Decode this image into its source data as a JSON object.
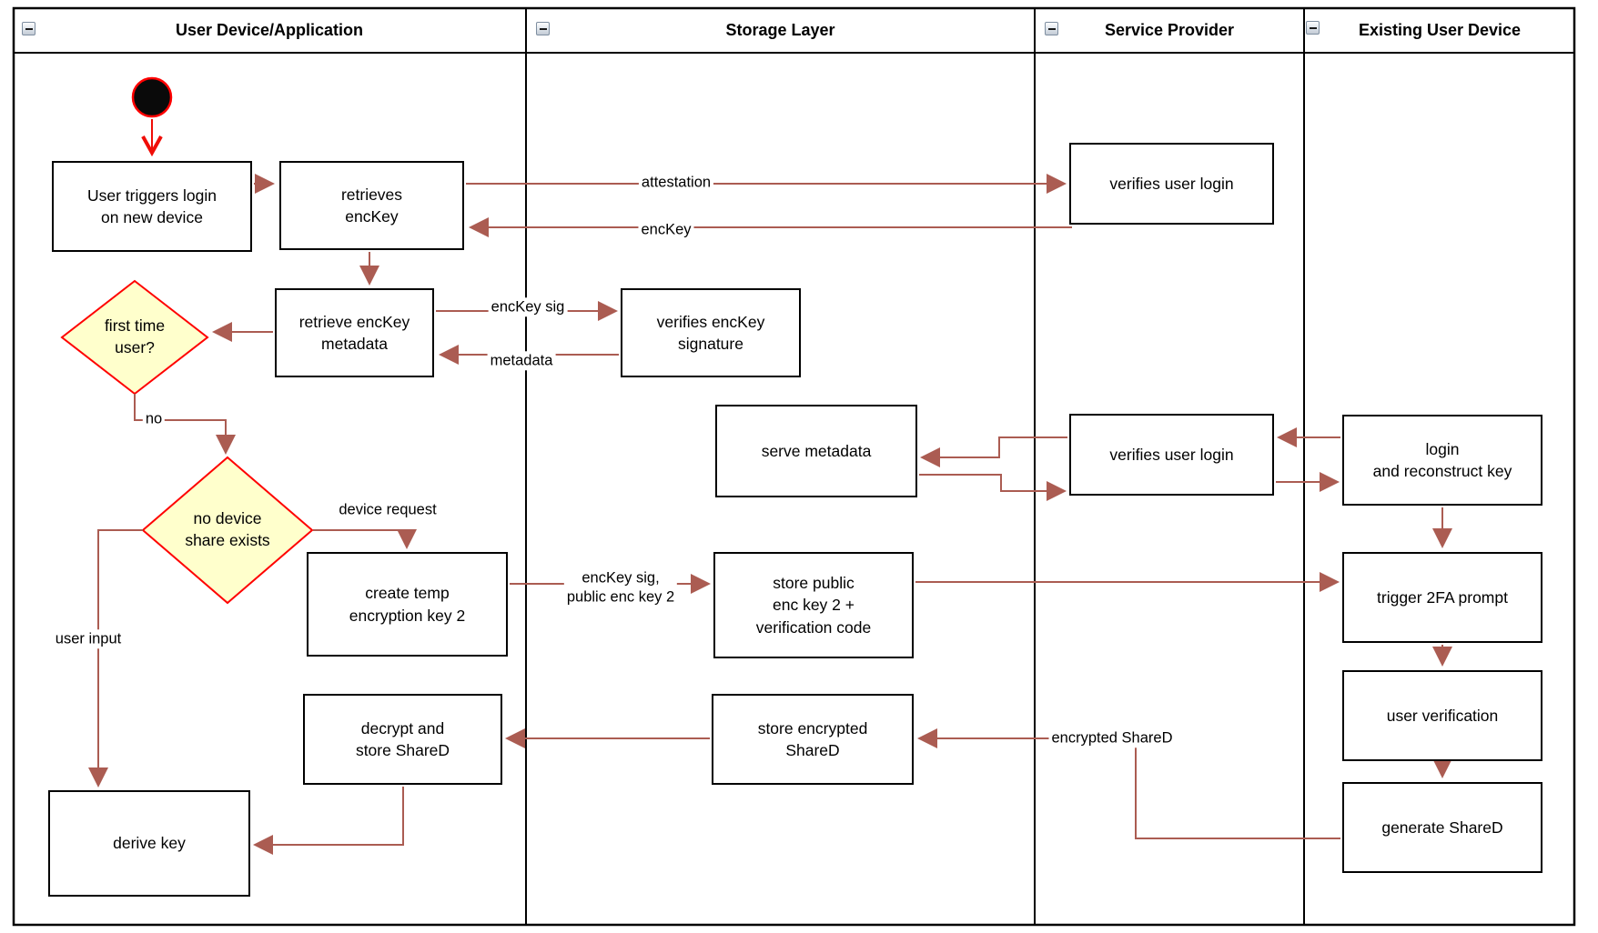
{
  "diagram": {
    "lanes": [
      {
        "title": "User Device/Application"
      },
      {
        "title": "Storage Layer"
      },
      {
        "title": "Service Provider"
      },
      {
        "title": "Existing User Device"
      }
    ],
    "nodes": {
      "user_triggers_login": [
        "User triggers login",
        "on new device"
      ],
      "retrieves_enckey": [
        "retrieves",
        "encKey"
      ],
      "retrieve_enckey_metadata": [
        "retrieve encKey",
        "metadata"
      ],
      "first_time_user": [
        "first time",
        "user?"
      ],
      "no_device_share_exists": [
        "no device",
        "share exists"
      ],
      "create_temp_key2": [
        "create temp",
        "encryption key 2"
      ],
      "decrypt_store_shared": [
        "decrypt and",
        "store ShareD"
      ],
      "derive_key": [
        "derive key"
      ],
      "verifies_enckey_signature": [
        "verifies encKey",
        "signature"
      ],
      "serve_metadata": [
        "serve metadata"
      ],
      "store_public_enc_key2": [
        "store public",
        "enc key 2 +",
        "verification code"
      ],
      "store_encrypted_shared": [
        "store encrypted",
        "ShareD"
      ],
      "verifies_user_login_top": [
        "verifies user login"
      ],
      "verifies_user_login_mid": [
        "verifies user login"
      ],
      "login_reconstruct_key": [
        "login",
        "and reconstruct key"
      ],
      "trigger_2fa_prompt": [
        "trigger 2FA prompt"
      ],
      "user_verification": [
        "user verification"
      ],
      "generate_shared": [
        "generate ShareD"
      ]
    },
    "edge_labels": {
      "attestation": "attestation",
      "enckey": "encKey",
      "enckey_sig": "encKey sig",
      "metadata": "metadata",
      "no": "no",
      "device_request": "device request",
      "user_input": "user input",
      "enckey_sig_public_key2": [
        "encKey sig,",
        "public enc key 2"
      ],
      "encrypted_shared": "encrypted ShareD"
    },
    "colors": {
      "flow_arrow": "#ab5c52",
      "start_arrow": "#f00d07",
      "diamond_fill": "#ffffcc",
      "diamond_stroke": "#ff0000",
      "box_border": "#000000",
      "start_node_fill": "#0a0a0a"
    }
  }
}
